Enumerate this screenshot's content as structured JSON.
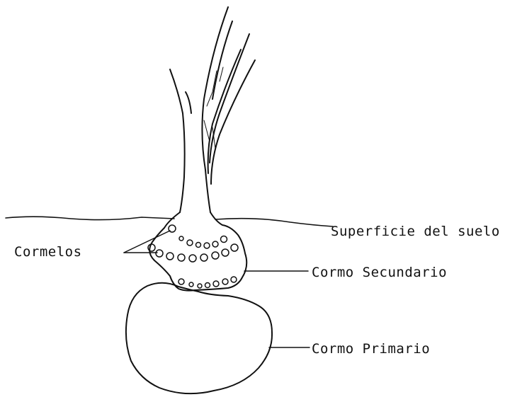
{
  "diagram": {
    "labels": {
      "soil_surface": "Superficie del suelo",
      "cormels": "Cormelos",
      "secondary_corm": "Cormo Secundario",
      "primary_corm": "Cormo Primario"
    },
    "ink_color": "#111111",
    "background": "#ffffff"
  }
}
